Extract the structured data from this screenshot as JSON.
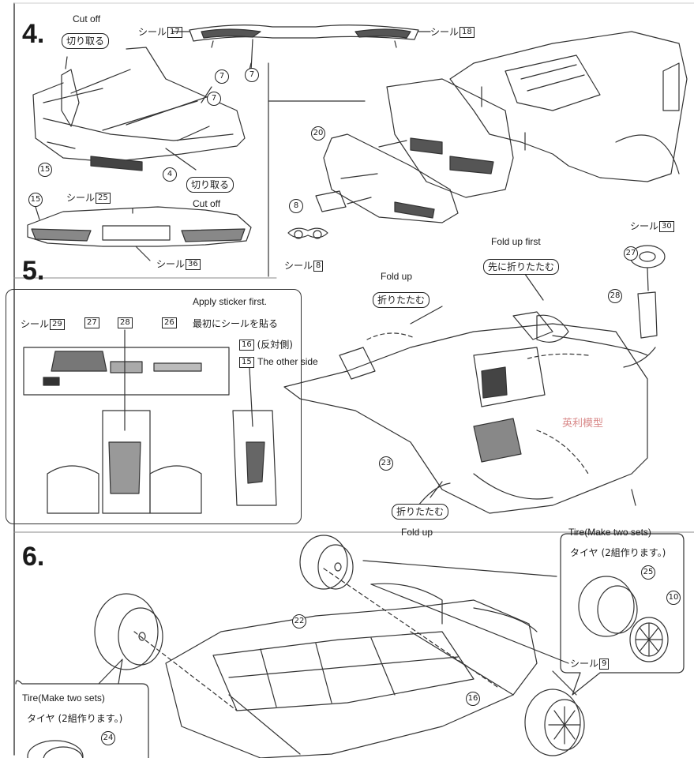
{
  "steps": {
    "s4": "4.",
    "s5": "5.",
    "s6": "6."
  },
  "step4": {
    "cut_off_en_top": "Cut off",
    "cut_off_jp_top": "切り取る",
    "sticker17": {
      "prefix": "シール",
      "num": "17"
    },
    "sticker18": {
      "prefix": "シール",
      "num": "18"
    },
    "part7a": "7",
    "part7b": "7",
    "part7c": "7",
    "part15a": "15",
    "part15b": "15",
    "part4": "4",
    "cut_off_jp_bottom": "切り取る",
    "cut_off_en_bottom": "Cut off",
    "sticker25": {
      "prefix": "シール",
      "num": "25"
    },
    "sticker36": {
      "prefix": "シール",
      "num": "36"
    },
    "part20": "20",
    "part8": "8",
    "sticker8": {
      "prefix": "シール",
      "num": "8"
    }
  },
  "step5": {
    "apply_first_en": "Apply sticker first.",
    "apply_first_jp": "最初にシールを貼る",
    "sticker29": {
      "prefix": "シール",
      "num": "29"
    },
    "part27": "27",
    "part28": "28",
    "part26": "26",
    "part16": "16",
    "other_side_jp": "(反対側)",
    "part15": "15",
    "other_side_en": "The other side",
    "fold_first_en": "Fold up first",
    "fold_first_jp": "先に折りたたむ",
    "fold_up_en_1": "Fold up",
    "fold_up_jp_1": "折りたたむ",
    "fold_up_jp_2": "折りたたむ",
    "fold_up_en_2": "Fold up",
    "sticker30": {
      "prefix": "シール",
      "num": "30"
    },
    "wheel_part27": "27",
    "wheel_part28": "28",
    "part23": "23",
    "watermark": "英利模型"
  },
  "step6": {
    "tire_en_right": "Tire(Make two sets)",
    "tire_jp_right": "タイヤ (2組作ります。)",
    "part25": "25",
    "part10": "10",
    "sticker9": {
      "prefix": "シール",
      "num": "9"
    },
    "part22": "22",
    "part16": "16",
    "tire_en_left": "Tire(Make two sets)",
    "tire_jp_left": "タイヤ (2組作ります。)",
    "part24": "24"
  }
}
